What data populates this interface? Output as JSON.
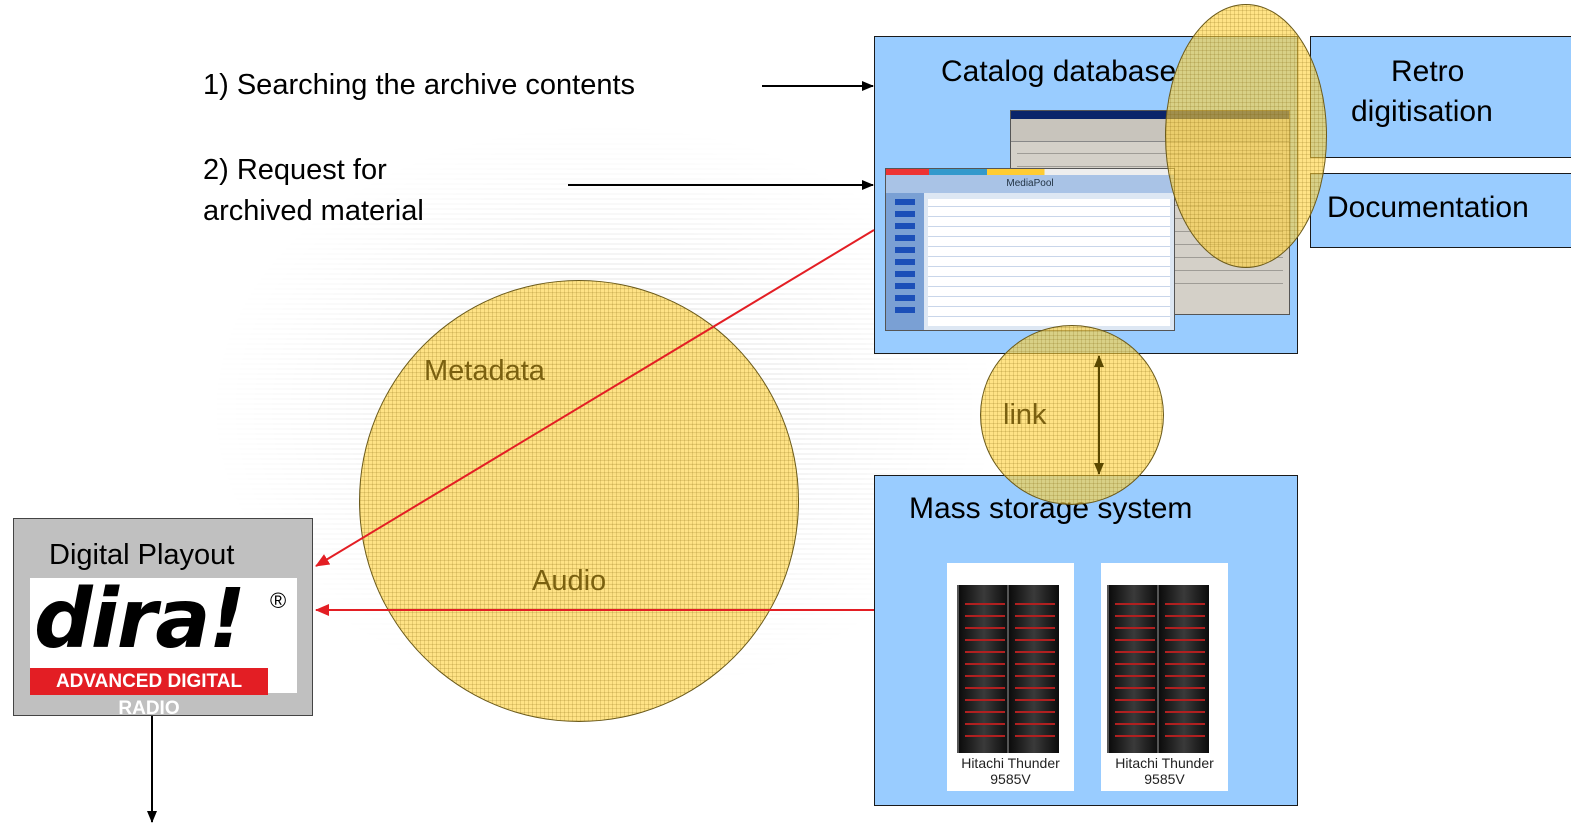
{
  "steps": {
    "search": "1) Searching the archive contents",
    "request_line1": "2) Request for",
    "request_line2": "archived material"
  },
  "catalog": {
    "title": "Catalog database"
  },
  "retro": {
    "line1": "Retro",
    "line2": "digitisation"
  },
  "documentation": {
    "title": "Documentation"
  },
  "mass_storage": {
    "title": "Mass storage system",
    "servers": [
      {
        "line1": "Hitachi Thunder",
        "line2": "9585V"
      },
      {
        "line1": "Hitachi Thunder",
        "line2": "9585V"
      }
    ]
  },
  "playout": {
    "title": "Digital Playout",
    "logo_word": "dira!",
    "logo_reg": "®",
    "logo_tagline": "ADVANCED DIGITAL RADIO"
  },
  "flows": {
    "metadata": "Metadata",
    "audio": "Audio",
    "link": "link"
  },
  "screenshot": {
    "window_title": "MediaPool"
  },
  "colors": {
    "box_fill": "#99ccff",
    "highlight": "#ffd23c",
    "flow_arrow": "#e31e24"
  }
}
